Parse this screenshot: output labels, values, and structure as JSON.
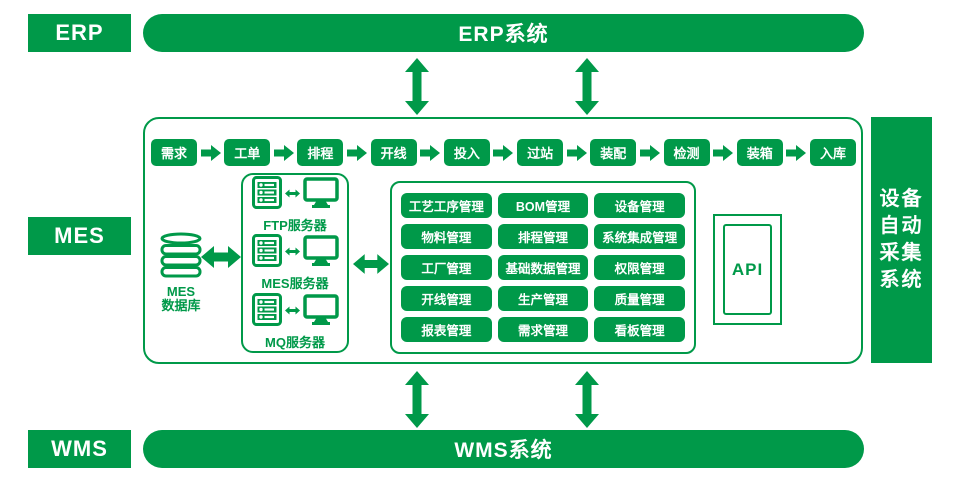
{
  "title_bars": {
    "erp_label": "ERP",
    "erp_system": "ERP系统",
    "mes_label": "MES",
    "wms_label": "WMS",
    "wms_system": "WMS系统"
  },
  "process_steps": [
    "需求",
    "工单",
    "排程",
    "开线",
    "投入",
    "过站",
    "装配",
    "检测",
    "装箱",
    "入库"
  ],
  "database": {
    "line1": "MES",
    "line2": "数据库"
  },
  "servers": [
    "FTP服务器",
    "MES服务器",
    "MQ服务器"
  ],
  "modules": [
    [
      "工艺工序管理",
      "BOM管理",
      "设备管理"
    ],
    [
      "物料管理",
      "排程管理",
      "系统集成管理"
    ],
    [
      "工厂管理",
      "基础数据管理",
      "权限管理"
    ],
    [
      "开线管理",
      "生产管理",
      "质量管理"
    ],
    [
      "报表管理",
      "需求管理",
      "看板管理"
    ]
  ],
  "api_label": "API",
  "device_collection_bar": {
    "full_text": "设备自动采集系统",
    "lines": [
      "设备",
      "自动",
      "采集",
      "系统"
    ]
  },
  "colors": {
    "green": "#009949",
    "text_on_green": "#ffffff",
    "background": "#ffffff"
  },
  "icons": {
    "database": "database-icon (stacked green disks)",
    "server": "server-rack-icon (3 green units)",
    "monitor": "monitor-icon (green screen with stand)",
    "swap": "left-right-arrow-icon",
    "flow": "right-arrow-icon (green block arrow)",
    "vertical": "up-down-arrow-icon (green double block arrow)"
  }
}
